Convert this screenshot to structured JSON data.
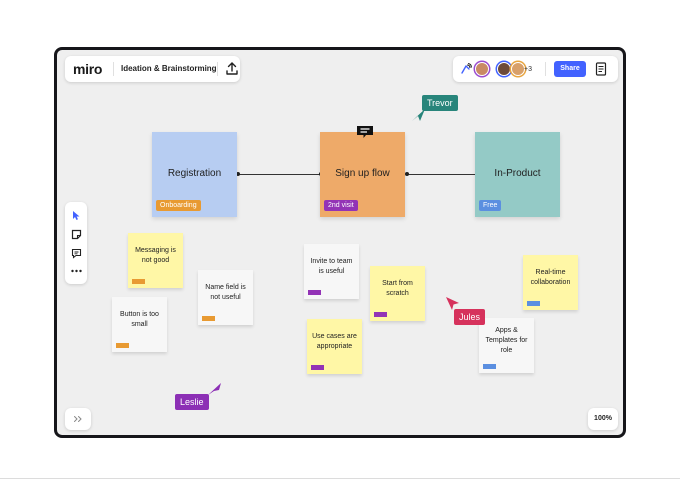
{
  "app": {
    "logo": "miro",
    "board_title": "Ideation & Brainstorming"
  },
  "header": {
    "more_count": "+3",
    "share_label": "Share"
  },
  "zoom": "100%",
  "colors": {
    "blue_card": "#b7cdf2",
    "orange_card": "#eeaa69",
    "teal_card": "#94cac6",
    "yellow_note": "#fff7a6",
    "white_note": "#f7f7f7",
    "accent": "#4262ff",
    "tag_orange": "#e89a32",
    "tag_purple": "#9333b6",
    "tag_blue": "#5b8fe0",
    "trevor": "#28857b",
    "jules": "#d6325c",
    "leslie": "#8c2fb5"
  },
  "cards": [
    {
      "title": "Registration",
      "tag": "Onboarding"
    },
    {
      "title": "Sign up flow",
      "tag": "2nd visit"
    },
    {
      "title": "In-Product",
      "tag": "Free"
    }
  ],
  "notes": [
    {
      "text": "Messaging is not good"
    },
    {
      "text": "Name field is not useful"
    },
    {
      "text": "Button is too small"
    },
    {
      "text": "Invite to team is useful"
    },
    {
      "text": "Start from scratch"
    },
    {
      "text": "Use cases are appropriate"
    },
    {
      "text": "Real-time collaboration"
    },
    {
      "text": "Apps & Templates for role"
    }
  ],
  "cursors": [
    {
      "name": "Trevor"
    },
    {
      "name": "Jules"
    },
    {
      "name": "Leslie"
    }
  ],
  "icons": {
    "upload": "upload-icon",
    "reaction": "reaction-icon",
    "doc": "document-icon",
    "select": "cursor-icon",
    "sticky": "sticky-note-icon",
    "comment": "comment-icon",
    "more": "more-icon",
    "expand": "expand-icon",
    "chat": "chat-bubble-icon"
  }
}
